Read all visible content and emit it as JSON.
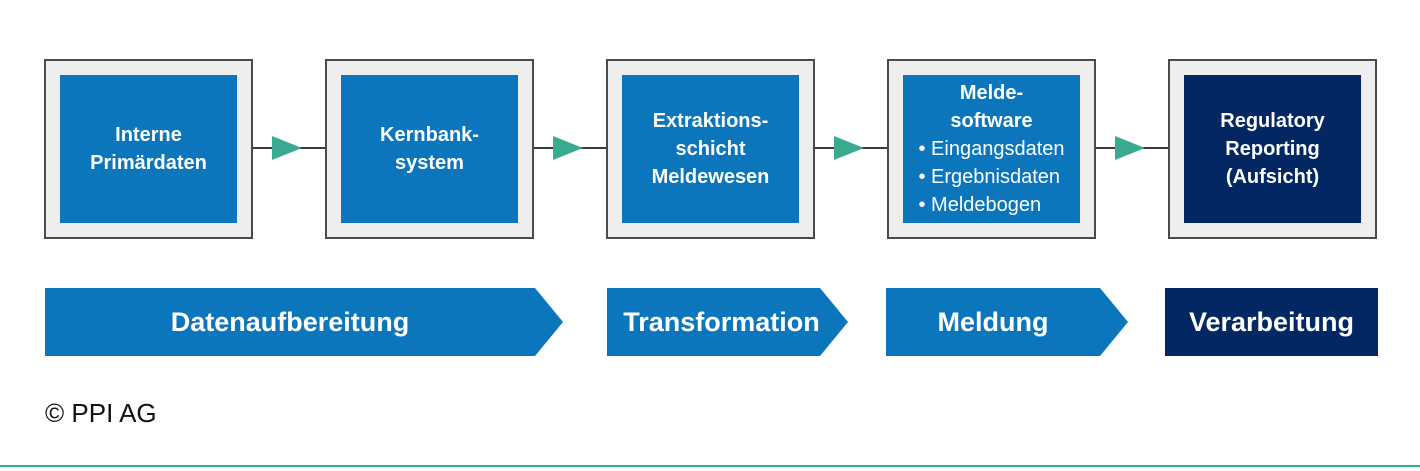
{
  "boxes": [
    {
      "lines": [
        "Interne",
        "Primärdaten"
      ]
    },
    {
      "lines": [
        "Kernbank-",
        "system"
      ]
    },
    {
      "lines": [
        "Extraktions-",
        "schicht",
        "Meldewesen"
      ]
    },
    {
      "lines": [
        "Melde-",
        "software"
      ],
      "bullets": [
        "Eingangsdaten",
        "Ergebnisdaten",
        "Meldebogen"
      ]
    },
    {
      "lines": [
        "Regulatory",
        "Reporting",
        "(Aufsicht)"
      ]
    }
  ],
  "phases": [
    "Datenaufbereitung",
    "Transformation",
    "Meldung",
    "Verarbeitung"
  ],
  "copyright": "© PPI AG",
  "colors": {
    "blue": "#0b76bb",
    "navy": "#022762",
    "arrow_green": "#3aab92",
    "frame_gray": "#eeeeee"
  }
}
